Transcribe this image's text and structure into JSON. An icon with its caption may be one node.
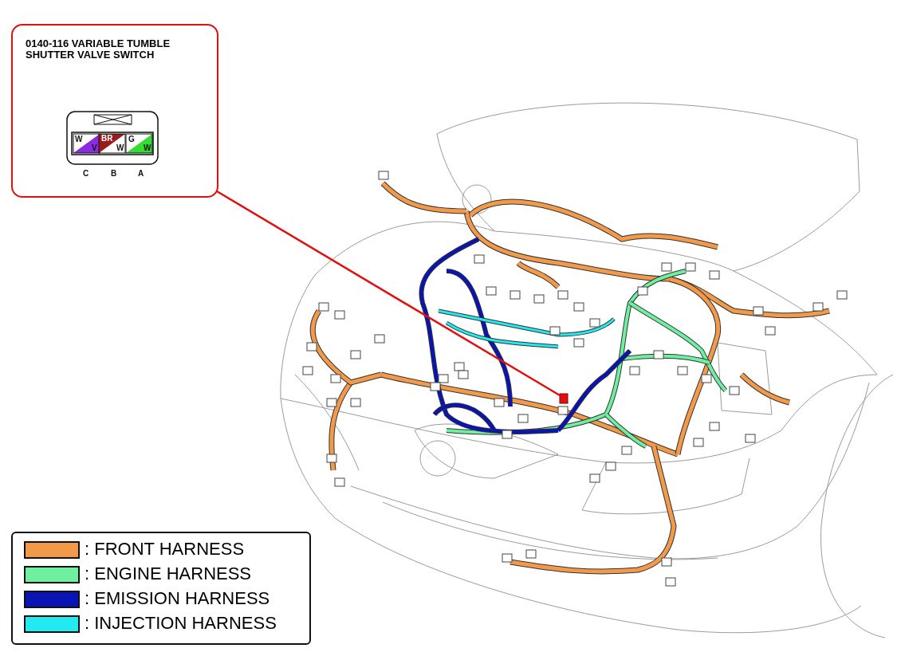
{
  "diagram": {
    "nodes": [
      {
        "text": [
          "0140-116 VARIABLE TUMBLE SHUTTER VALVE SWITCH"
        ]
      },
      {
        "text": [],
        "shape": "box"
      }
    ],
    "edges": [
      {
        "from": 0,
        "to": 1,
        "arrow": "none",
        "color": "#e01010"
      }
    ],
    "labels": [
      "W",
      "V",
      "BR",
      "W",
      "G",
      "W",
      "C",
      "B",
      "A"
    ],
    "legend": [
      {
        "text": ": FRONT HARNESS",
        "color": "#f39a4a"
      },
      {
        "text": ": ENGINE HARNESS",
        "color": "#6ef0a0"
      },
      {
        "text": ": EMISSION HARNESS",
        "color": "#0a14b4"
      },
      {
        "text": ": INJECTION HARNESS",
        "color": "#22eaf0"
      }
    ]
  }
}
